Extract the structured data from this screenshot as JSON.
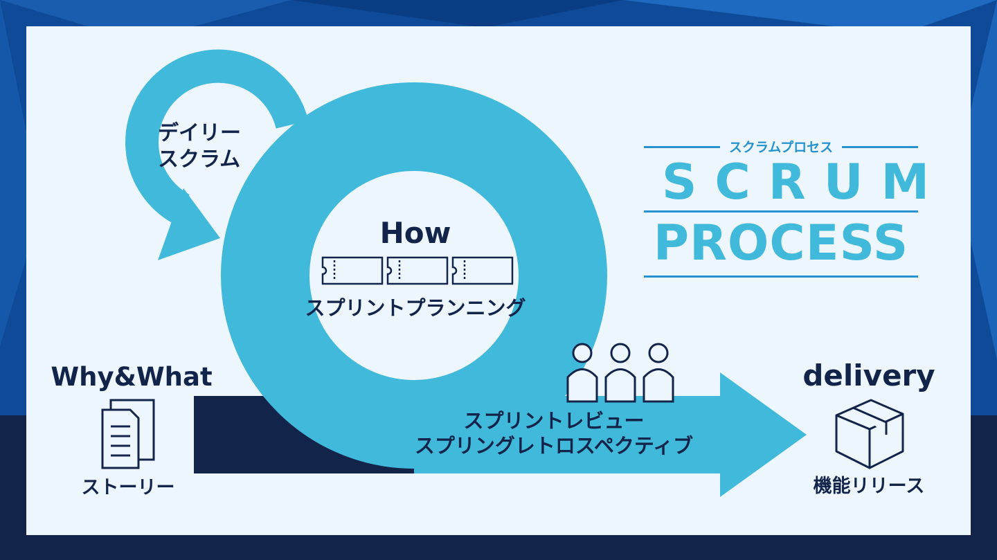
{
  "title": {
    "kana": "スクラムプロセス",
    "line1": "SCRUM",
    "line2": "PROCESS"
  },
  "daily": {
    "line1": "デイリー",
    "line2": "スクラム"
  },
  "center": {
    "heading": "How",
    "caption": "スプリントプランニング"
  },
  "left": {
    "heading": "Why&What",
    "caption": "ストーリー",
    "icon": "document-icon"
  },
  "review": {
    "line1": "スプリントレビュー",
    "line2": "スプリングレトロスペクティブ",
    "icon": "team-icon"
  },
  "right": {
    "heading": "delivery",
    "caption": "機能リリース",
    "icon": "box-icon"
  },
  "colors": {
    "cycle": "#41b9da",
    "dark": "#13244a",
    "title_blue": "#2592cf",
    "panel": "#eef6fd"
  }
}
